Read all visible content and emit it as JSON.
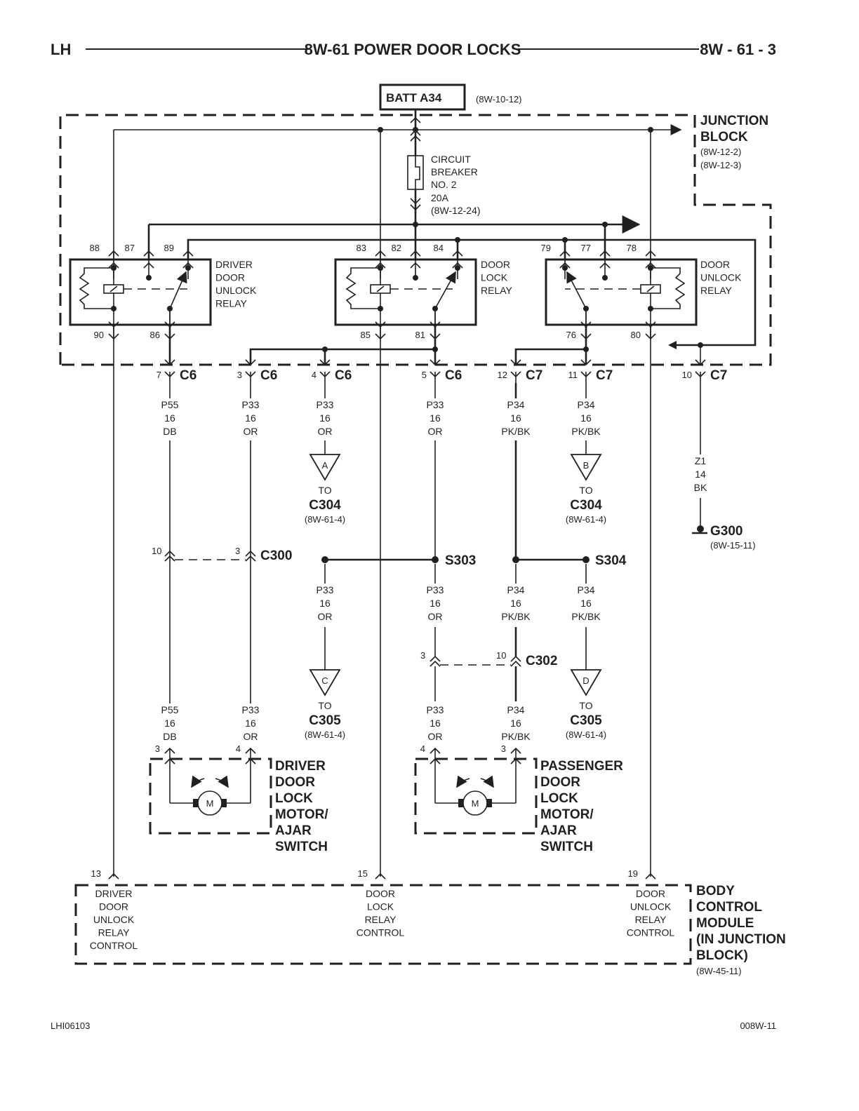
{
  "header": {
    "left": "LH",
    "title": "8W-61 POWER DOOR LOCKS",
    "page": "8W - 61 - 3"
  },
  "footer": {
    "left": "LHI06103",
    "right": "008W-11"
  },
  "batt": {
    "label": "BATT A34",
    "ref": "(8W-10-12)"
  },
  "junction_block": {
    "title1": "JUNCTION",
    "title2": "BLOCK",
    "ref1": "(8W-12-2)",
    "ref2": "(8W-12-3)"
  },
  "circuit_breaker": {
    "lines": [
      "CIRCUIT",
      "BREAKER",
      "NO. 2",
      "20A",
      "(8W-12-24)"
    ]
  },
  "relays": [
    {
      "name": "driver-door-unlock-relay",
      "lines": [
        "DRIVER",
        "DOOR",
        "UNLOCK",
        "RELAY"
      ],
      "top_pins": [
        "88",
        "87",
        "89"
      ],
      "bottom_pins": [
        "90",
        "86"
      ]
    },
    {
      "name": "door-lock-relay",
      "lines": [
        "DOOR",
        "LOCK",
        "RELAY"
      ],
      "top_pins": [
        "83",
        "82",
        "84"
      ],
      "bottom_pins": [
        "85",
        "81"
      ]
    },
    {
      "name": "door-unlock-relay",
      "lines": [
        "DOOR",
        "UNLOCK",
        "RELAY"
      ],
      "top_pins": [
        "79",
        "77",
        "78"
      ],
      "bottom_pins": [
        "76",
        "80"
      ]
    }
  ],
  "connectors_top": [
    {
      "pin": "7",
      "conn": "C6"
    },
    {
      "pin": "3",
      "conn": "C6"
    },
    {
      "pin": "4",
      "conn": "C6"
    },
    {
      "pin": "5",
      "conn": "C6"
    },
    {
      "pin": "12",
      "conn": "C7"
    },
    {
      "pin": "11",
      "conn": "C7"
    },
    {
      "pin": "10",
      "conn": "C7"
    }
  ],
  "wires_upper": [
    {
      "circuit": "P55",
      "gauge": "16",
      "color": "DB"
    },
    {
      "circuit": "P33",
      "gauge": "16",
      "color": "OR"
    },
    {
      "circuit": "P33",
      "gauge": "16",
      "color": "OR"
    },
    {
      "circuit": "P33",
      "gauge": "16",
      "color": "OR"
    },
    {
      "circuit": "P34",
      "gauge": "16",
      "color": "PK/BK"
    },
    {
      "circuit": "P34",
      "gauge": "16",
      "color": "PK/BK"
    },
    {
      "circuit": "Z1",
      "gauge": "14",
      "color": "BK"
    }
  ],
  "offpage_refs": [
    {
      "letter": "A",
      "to": "TO",
      "conn": "C304",
      "ref": "(8W-61-4)"
    },
    {
      "letter": "B",
      "to": "TO",
      "conn": "C304",
      "ref": "(8W-61-4)"
    },
    {
      "letter": "C",
      "to": "TO",
      "conn": "C305",
      "ref": "(8W-61-4)"
    },
    {
      "letter": "D",
      "to": "TO",
      "conn": "C305",
      "ref": "(8W-61-4)"
    }
  ],
  "ground": {
    "label": "G300",
    "ref": "(8W-15-11)"
  },
  "c300": {
    "label": "C300",
    "pin_left": "10",
    "pin_right": "3"
  },
  "c302": {
    "label": "C302",
    "pin_left": "3",
    "pin_right": "10"
  },
  "splices": {
    "s303": "S303",
    "s304": "S304"
  },
  "wires_mid": [
    {
      "circuit": "P33",
      "gauge": "16",
      "color": "OR"
    },
    {
      "circuit": "P33",
      "gauge": "16",
      "color": "OR"
    },
    {
      "circuit": "P34",
      "gauge": "16",
      "color": "PK/BK"
    },
    {
      "circuit": "P34",
      "gauge": "16",
      "color": "PK/BK"
    }
  ],
  "wires_lower": [
    {
      "circuit": "P55",
      "gauge": "16",
      "color": "DB"
    },
    {
      "circuit": "P33",
      "gauge": "16",
      "color": "OR"
    },
    {
      "circuit": "P33",
      "gauge": "16",
      "color": "OR"
    },
    {
      "circuit": "P34",
      "gauge": "16",
      "color": "PK/BK"
    }
  ],
  "motors": [
    {
      "pins": [
        "3",
        "4"
      ],
      "symbol": "M",
      "lines": [
        "DRIVER",
        "DOOR",
        "LOCK",
        "MOTOR/",
        "AJAR",
        "SWITCH"
      ]
    },
    {
      "pins": [
        "4",
        "3"
      ],
      "symbol": "M",
      "lines": [
        "PASSENGER",
        "DOOR",
        "LOCK",
        "MOTOR/",
        "AJAR",
        "SWITCH"
      ]
    }
  ],
  "bcm": {
    "pins": [
      "13",
      "15",
      "19"
    ],
    "functions": [
      [
        "DRIVER",
        "DOOR",
        "UNLOCK",
        "RELAY",
        "CONTROL"
      ],
      [
        "DOOR",
        "LOCK",
        "RELAY",
        "CONTROL"
      ],
      [
        "DOOR",
        "UNLOCK",
        "RELAY",
        "CONTROL"
      ]
    ],
    "title": [
      "BODY",
      "CONTROL",
      "MODULE",
      "(IN JUNCTION",
      "BLOCK)"
    ],
    "ref": "(8W-45-11)"
  }
}
